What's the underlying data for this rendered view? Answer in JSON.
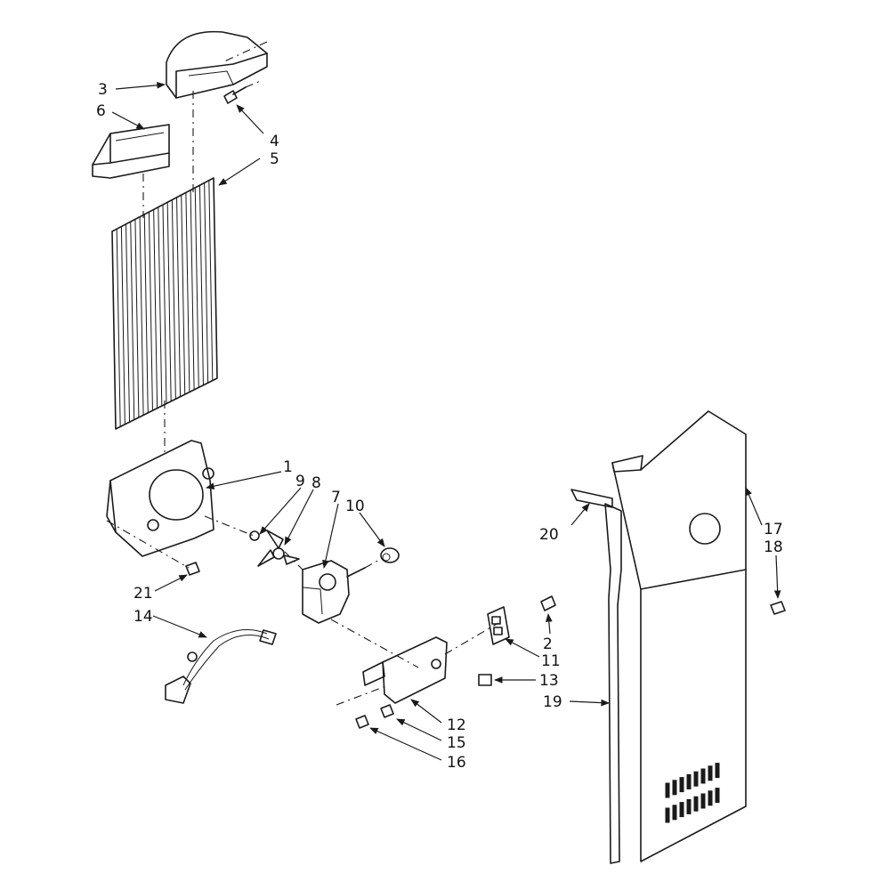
{
  "diagram": {
    "callouts": [
      {
        "id": "c1",
        "text": "1"
      },
      {
        "id": "c2",
        "text": "2"
      },
      {
        "id": "c3",
        "text": "3"
      },
      {
        "id": "c4",
        "text": "4"
      },
      {
        "id": "c5",
        "text": "5"
      },
      {
        "id": "c6",
        "text": "6"
      },
      {
        "id": "c7",
        "text": "7"
      },
      {
        "id": "c8",
        "text": "8"
      },
      {
        "id": "c9",
        "text": "9"
      },
      {
        "id": "c10",
        "text": "10"
      },
      {
        "id": "c11",
        "text": "11"
      },
      {
        "id": "c12",
        "text": "12"
      },
      {
        "id": "c13",
        "text": "13"
      },
      {
        "id": "c14",
        "text": "14"
      },
      {
        "id": "c15",
        "text": "15"
      },
      {
        "id": "c16",
        "text": "16"
      },
      {
        "id": "c17",
        "text": "17"
      },
      {
        "id": "c18",
        "text": "18"
      },
      {
        "id": "c19",
        "text": "19"
      },
      {
        "id": "c20",
        "text": "20"
      },
      {
        "id": "c21",
        "text": "21"
      }
    ]
  }
}
